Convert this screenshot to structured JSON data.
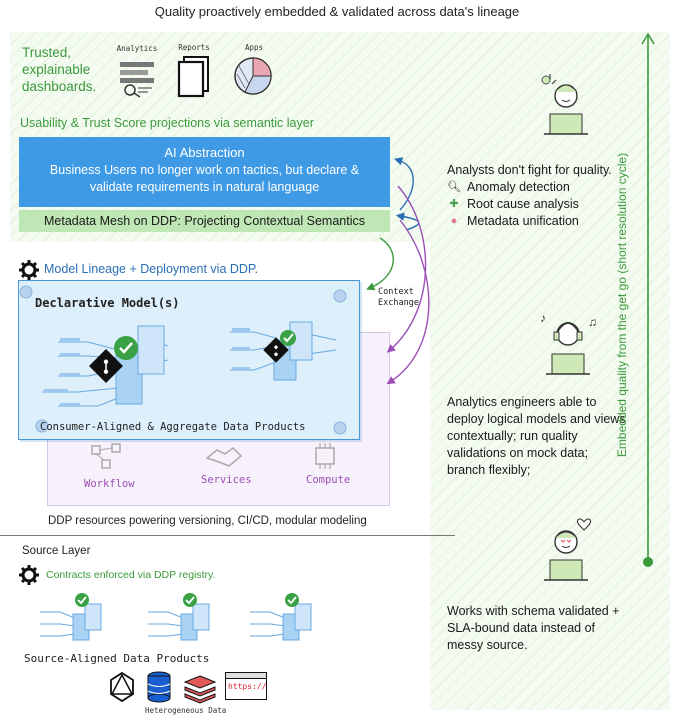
{
  "title": "Quality proactively embedded & validated across data's lineage",
  "trusted_dashboards": {
    "line1": "Trusted,",
    "line2": "explainable",
    "line3": "dashboards.",
    "artifacts": [
      "Analytics",
      "Reports",
      "Apps"
    ]
  },
  "semantic_layer_label": "Usability & Trust Score projections via semantic layer",
  "ai_abstraction": {
    "title": "AI Abstraction",
    "description": "Business Users no longer work on tactics, but declare & validate requirements in natural language"
  },
  "metadata_mesh": "Metadata Mesh on DDP: Projecting Contextual Semantics",
  "model_lineage": "Model Lineage + Deployment via DDP.",
  "declarative_models": "Declarative Model(s)",
  "consumer_products": "Consumer-Aligned & Aggregate Data Products",
  "ddp_components": [
    "Workflow",
    "Services",
    "Compute"
  ],
  "ddp_resources": "DDP resources powering versioning, CI/CD, modular modeling",
  "context_exchange": {
    "line1": "Context",
    "line2": "Exchange"
  },
  "source_layer": {
    "title": "Source Layer",
    "contracts": "Contracts enforced via DDP registry.",
    "source_products": "Source-Aligned Data Products",
    "heterogeneous": "Heterogeneous Data",
    "https_label": "https://"
  },
  "personas": {
    "analysts": {
      "headline": "Analysts don't fight for quality.",
      "bullets": [
        "Anomaly detection",
        "Root cause analysis",
        "Metadata unification"
      ]
    },
    "engineers": "Analytics engineers able to deploy logical models and views contextually; run quality validations on mock data; branch flexibly;",
    "sources": "Works with schema validated + SLA-bound data instead of messy source."
  },
  "vertical_label": "Embedded quality from the get go (short resolution cycle)",
  "colors": {
    "accent_green": "#3c9a3c",
    "ai_blue": "#3f9ae6",
    "mesh_green": "#bfe6b5",
    "purple": "#9b4fb5",
    "lineage_blue": "#2a6fb5"
  }
}
